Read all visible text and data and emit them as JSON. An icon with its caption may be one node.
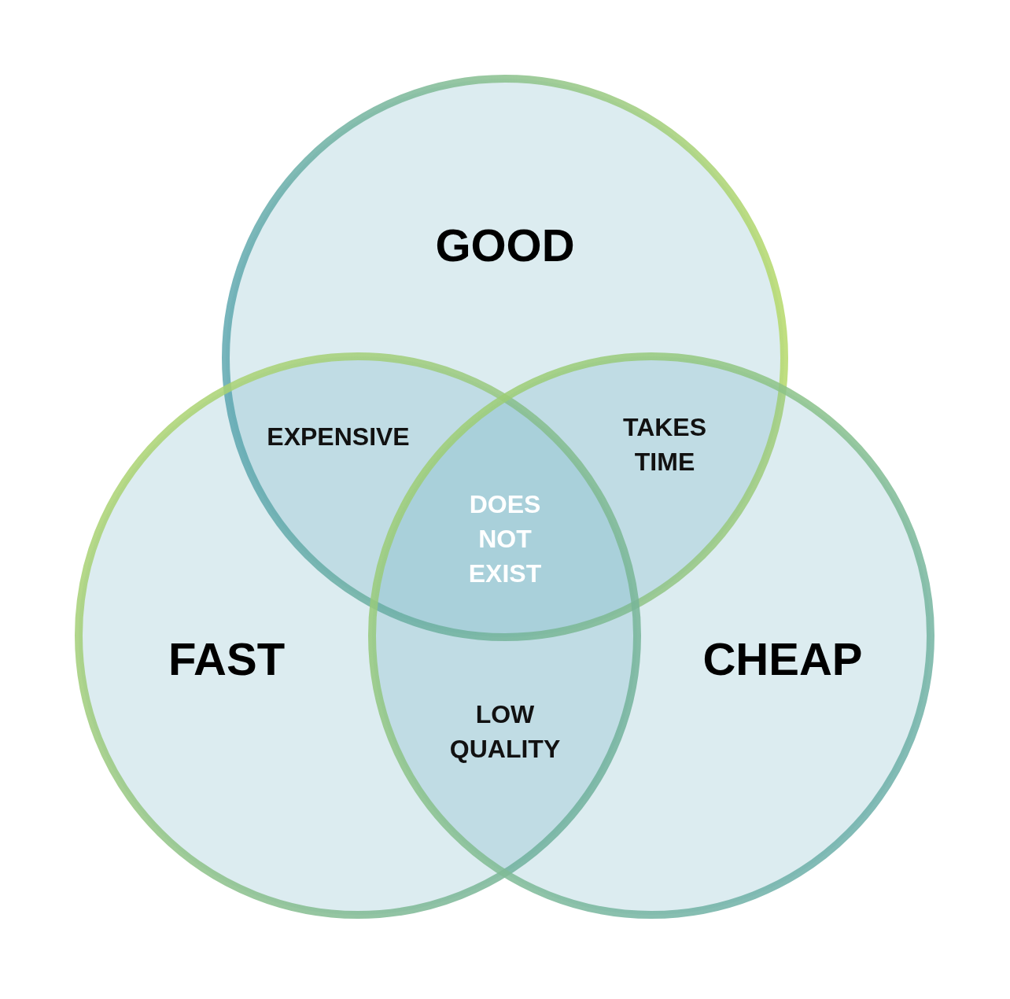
{
  "diagram": {
    "nodes": [
      {
        "text": [
          "GOOD"
        ]
      },
      {
        "text": [
          "FAST"
        ]
      },
      {
        "text": [
          "CHEAP"
        ]
      }
    ],
    "labels": [
      "EXPENSIVE",
      "TAKES TIME",
      "DOES NOT EXIST",
      "LOW QUALITY"
    ]
  }
}
